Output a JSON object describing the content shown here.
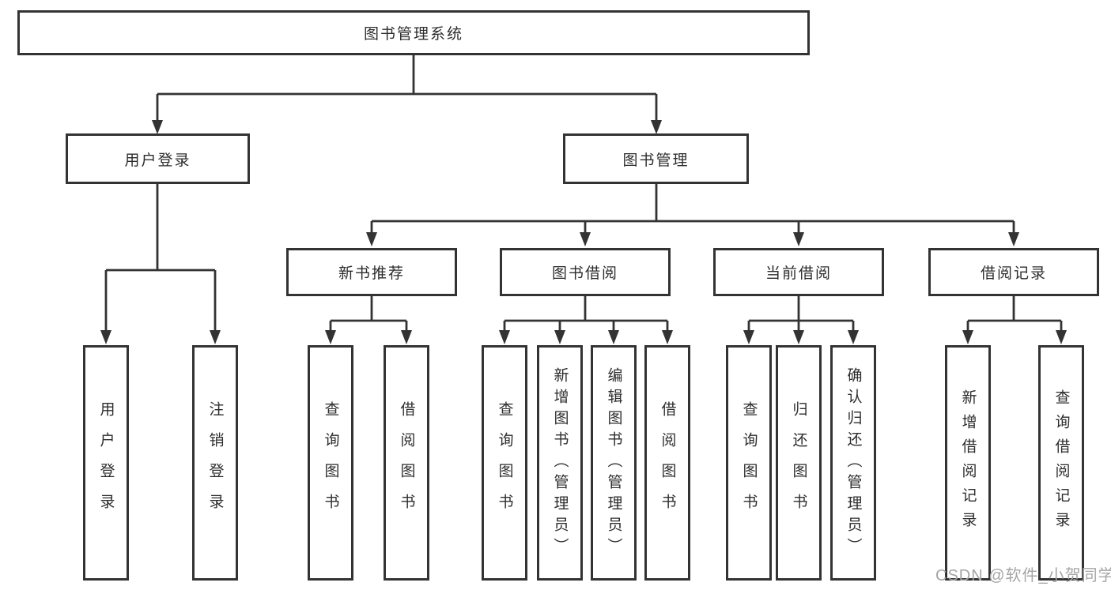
{
  "diagram": {
    "title_node": {
      "label": "图书管理系统"
    },
    "root": {
      "label": "图书管理系统"
    },
    "level2": [
      {
        "id": "user-login",
        "label": "用户登录",
        "parent": "图书管理系统"
      },
      {
        "id": "book-management",
        "label": "图书管理",
        "parent": "图书管理系统"
      }
    ],
    "level3": [
      {
        "id": "new-book-recommend",
        "label": "新书推荐",
        "parent": "图书管理"
      },
      {
        "id": "book-borrowing",
        "label": "图书借阅",
        "parent": "图书管理"
      },
      {
        "id": "current-borrowing",
        "label": "当前借阅",
        "parent": "图书管理"
      },
      {
        "id": "borrowing-records",
        "label": "借阅记录",
        "parent": "图书管理"
      }
    ],
    "leaves": [
      {
        "id": "user-login-leaf",
        "label": "用户登录",
        "parent": "用户登录"
      },
      {
        "id": "logout",
        "label": "注销登录",
        "parent": "用户登录"
      },
      {
        "id": "query-books-recommend",
        "label": "查询图书",
        "parent": "新书推荐"
      },
      {
        "id": "borrow-books-recommend",
        "label": "借阅图书",
        "parent": "新书推荐"
      },
      {
        "id": "query-books-borrow",
        "label": "查询图书",
        "parent": "图书借阅"
      },
      {
        "id": "add-book-admin",
        "label": "新增图书（管理员）",
        "parent": "图书借阅"
      },
      {
        "id": "edit-book-admin",
        "label": "编辑图书（管理员）",
        "parent": "图书借阅"
      },
      {
        "id": "borrow-books",
        "label": "借阅图书",
        "parent": "图书借阅"
      },
      {
        "id": "query-books-current",
        "label": "查询图书",
        "parent": "当前借阅"
      },
      {
        "id": "return-book",
        "label": "归还图书",
        "parent": "当前借阅"
      },
      {
        "id": "confirm-return-admin",
        "label": "确认归还（管理员）",
        "parent": "当前借阅"
      },
      {
        "id": "add-borrow-record",
        "label": "新增借阅记录",
        "parent": "借阅记录"
      },
      {
        "id": "query-borrow-record",
        "label": "查询借阅记录",
        "parent": "借阅记录"
      }
    ]
  },
  "watermark": {
    "text": "CSDN @软件_小贺同学"
  },
  "colors": {
    "line": "#333333",
    "text": "#2d2d2d",
    "background": "#ffffff",
    "watermark": "#a5a5a5"
  }
}
